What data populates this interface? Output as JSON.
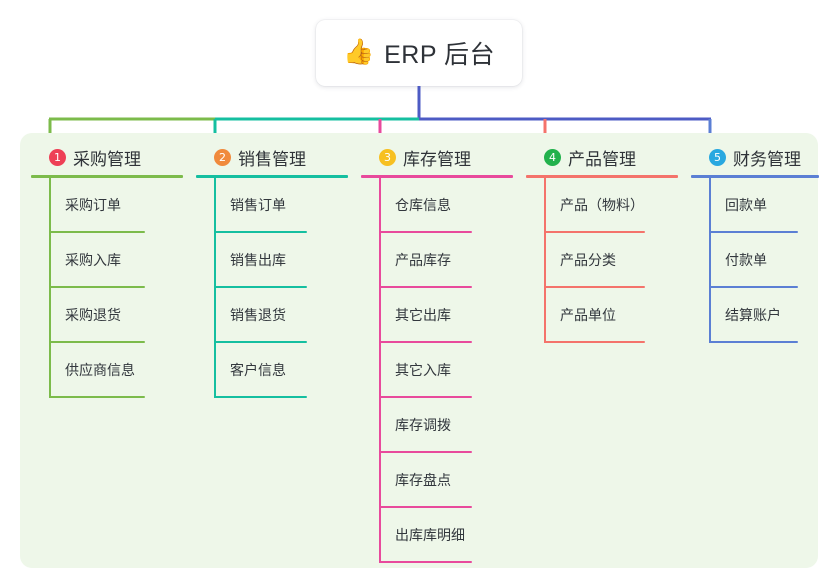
{
  "root": {
    "icon": "thumbs-up-icon",
    "icon_glyph": "👍",
    "label": "ERP 后台"
  },
  "palette": {
    "panel_bg": "#eef7e9",
    "page_bg": "#ffffff",
    "text": "#2f3338",
    "root_stem": "#4d5bc4",
    "bar_left": "#7cbb4b",
    "bar_mid": "#15bfa0",
    "bar_right": "#4d5bc4"
  },
  "columns": [
    {
      "number": "1",
      "title": "采购管理",
      "badge_color": "#ee4056",
      "line_color": "#7cbb4b",
      "items": [
        "采购订单",
        "采购入库",
        "采购退货",
        "供应商信息"
      ]
    },
    {
      "number": "2",
      "title": "销售管理",
      "badge_color": "#f08a3c",
      "line_color": "#15bfa0",
      "items": [
        "销售订单",
        "销售出库",
        "销售退货",
        "客户信息"
      ]
    },
    {
      "number": "3",
      "title": "库存管理",
      "badge_color": "#f7c021",
      "line_color": "#e84a9c",
      "items": [
        "仓库信息",
        "产品库存",
        "其它出库",
        "其它入库",
        "库存调拨",
        "库存盘点",
        "出库库明细"
      ]
    },
    {
      "number": "4",
      "title": "产品管理",
      "badge_color": "#22b14c",
      "line_color": "#f4736b",
      "items": [
        "产品（物料）",
        "产品分类",
        "产品单位"
      ]
    },
    {
      "number": "5",
      "title": "财务管理",
      "badge_color": "#29a8e0",
      "line_color": "#5b7fd4",
      "items": [
        "回款单",
        "付款单",
        "结算账户"
      ]
    }
  ]
}
